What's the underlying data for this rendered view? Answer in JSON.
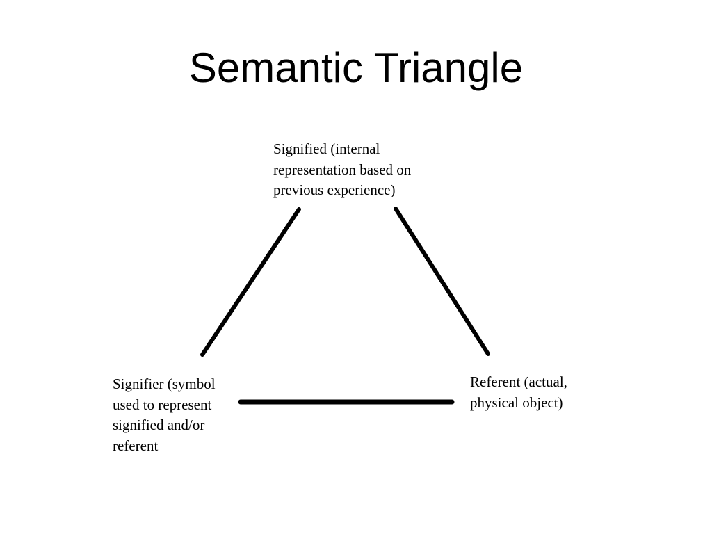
{
  "slide": {
    "title": "Semantic Triangle"
  },
  "diagram": {
    "nodes": {
      "signified": {
        "label": "Signified (internal\nrepresentation based on\nprevious experience)"
      },
      "signifier": {
        "label": "Signifier (symbol\nused to represent\nsignified and/or\nreferent"
      },
      "referent": {
        "label": "Referent (actual,\nphysical object)"
      }
    },
    "edges": [
      {
        "from": "signified",
        "to": "signifier"
      },
      {
        "from": "signified",
        "to": "referent"
      },
      {
        "from": "signifier",
        "to": "referent"
      }
    ],
    "line_color": "#000000"
  }
}
